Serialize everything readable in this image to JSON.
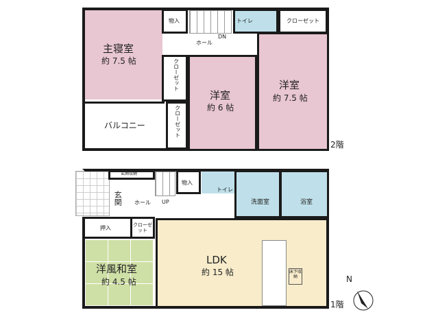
{
  "floor2": {
    "label": "2階",
    "master_bedroom": {
      "name": "主寝室",
      "size": "約 7.5 帖"
    },
    "storage": "物入",
    "toilet": "トイレ",
    "closet_top": "クローゼット",
    "hall": "ホール",
    "dn": "DN",
    "closet_a": "クローゼット",
    "closet_b": "クローゼット",
    "western_room_1": {
      "name": "洋室",
      "size": "約 6 帖"
    },
    "western_room_2": {
      "name": "洋室",
      "size": "約 7.5 帖"
    },
    "balcony": "バルコニー"
  },
  "floor1": {
    "label": "1階",
    "entrance_storage": "玄関収納",
    "entrance": "玄関",
    "hall": "ホール",
    "up": "UP",
    "storage": "物入",
    "toilet": "トイレ",
    "washroom": "洗面室",
    "bathroom": "浴室",
    "oshiire": "押入",
    "closet": "クローゼット",
    "japanese_room": {
      "name": "洋風和室",
      "size": "約 4.5 帖"
    },
    "ldk": {
      "name": "LDK",
      "size": "約 15 帖"
    },
    "underfloor_storage": "床下収納"
  },
  "compass": {
    "label": "N"
  },
  "colors": {
    "bedroom": "#e8c6d2",
    "wet_area": "#bfe0ea",
    "ldk": "#f8eccb",
    "japanese_room": "#cfe0a6"
  }
}
